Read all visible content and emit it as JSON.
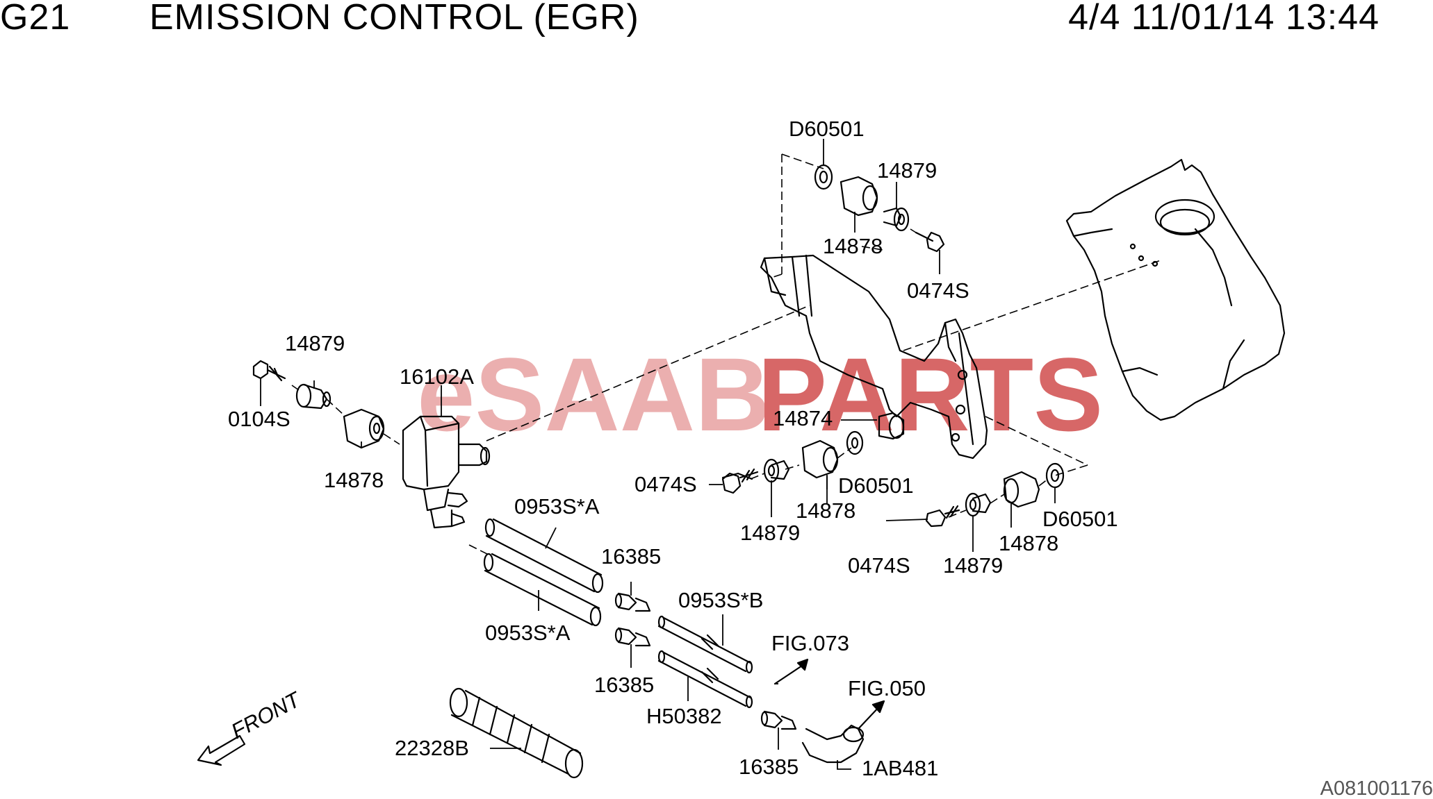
{
  "header": {
    "code": "G21",
    "title": "EMISSION CONTROL (EGR)",
    "page_info": "4/4 11/01/14 13:44"
  },
  "watermark": {
    "part1": "eSAAB",
    "part2": "PARTS",
    "color1": "#e8a2a2",
    "color2": "#d14d4d"
  },
  "parts": {
    "d60501_top": "D60501",
    "p14879_top": "14879",
    "p14878_top": "14878",
    "p0474s_top": "0474S",
    "p14879_left": "14879",
    "p16102a": "16102A",
    "p0104s": "0104S",
    "p14878_left": "14878",
    "p14874": "14874",
    "p0474s_mid": "0474S",
    "d60501_mid": "D60501",
    "p14878_mid": "14878",
    "p14879_mid": "14879",
    "d60501_right": "D60501",
    "p0474s_right": "0474S",
    "p14878_right": "14878",
    "p14879_right": "14879",
    "p0953sa_top": "0953S*A",
    "p16385_top": "16385",
    "p0953sb": "0953S*B",
    "fig073": "FIG.073",
    "p0953sa_bot": "0953S*A",
    "p16385_mid": "16385",
    "h50382": "H50382",
    "fig050": "FIG.050",
    "p22328b": "22328B",
    "p16385_bot": "16385",
    "p1ab481": "1AB481",
    "front": "FRONT"
  },
  "footer": {
    "ref_code": "A081001176"
  }
}
